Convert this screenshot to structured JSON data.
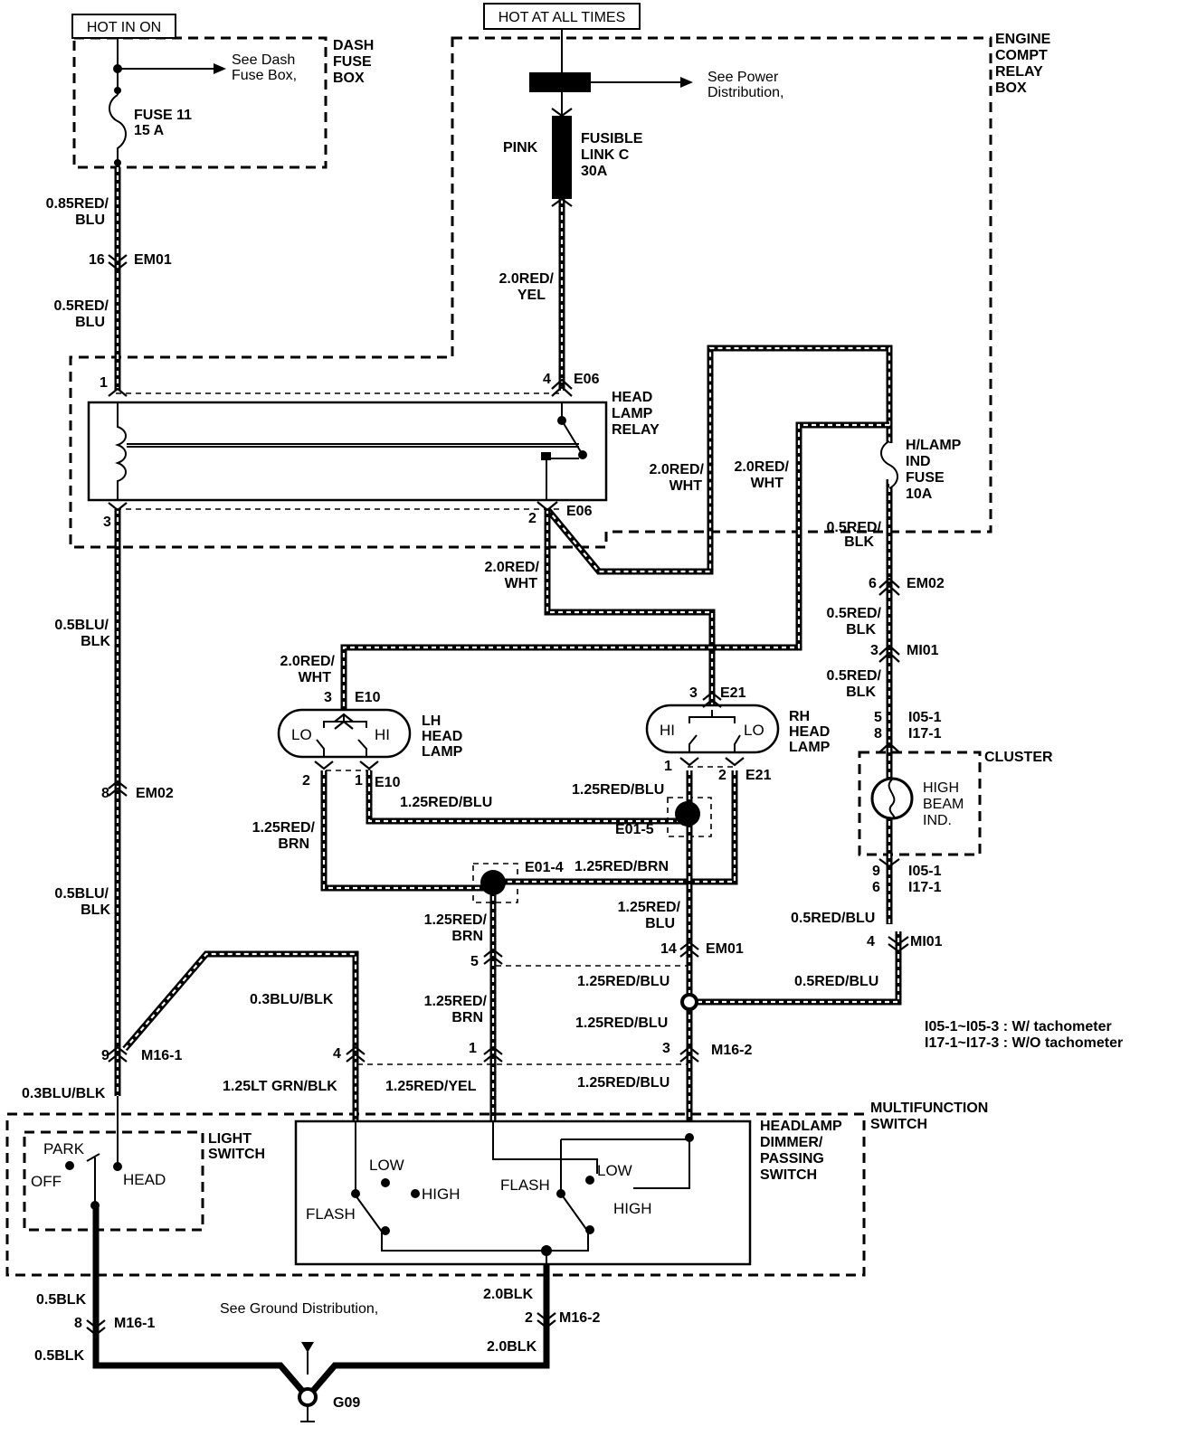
{
  "boxes": {
    "hot_in_on": "HOT IN ON",
    "hot_at_all_times": "HOT AT ALL TIMES"
  },
  "components": {
    "dash_fuse_box": [
      "DASH",
      "FUSE",
      "BOX"
    ],
    "see_dash_fuse_box": [
      "See Dash",
      "Fuse Box,"
    ],
    "fuse_11": [
      "FUSE 11",
      "15 A"
    ],
    "see_power_distribution": [
      "See Power",
      "Distribution,"
    ],
    "engine_compt_relay_box": [
      "ENGINE",
      "COMPT",
      "RELAY",
      "BOX"
    ],
    "pink": "PINK",
    "fusible_link": [
      "FUSIBLE",
      "LINK C",
      "30A"
    ],
    "head_lamp_relay": [
      "HEAD",
      "LAMP",
      "RELAY"
    ],
    "hlamp_ind_fuse": [
      "H/LAMP",
      "IND",
      "FUSE",
      "10A"
    ],
    "lh_head_lamp": [
      "LH",
      "HEAD",
      "LAMP"
    ],
    "rh_head_lamp": [
      "RH",
      "HEAD",
      "LAMP"
    ],
    "cluster": "CLUSTER",
    "high_beam_ind": [
      "HIGH",
      "BEAM",
      "IND."
    ],
    "multifunction_switch": [
      "MULTIFUNCTION",
      "SWITCH"
    ],
    "light_switch": [
      "LIGHT",
      "SWITCH"
    ],
    "headlamp_dimmer": [
      "HEADLAMP",
      "DIMMER/",
      "PASSING",
      "SWITCH"
    ],
    "see_ground_distribution": "See Ground Distribution,",
    "ground": "G09"
  },
  "lamp_labels": {
    "lo": "LO",
    "hi": "HI"
  },
  "switch_labels": {
    "park": "PARK",
    "off": "OFF",
    "head": "HEAD",
    "low": "LOW",
    "high": "HIGH",
    "flash": "FLASH"
  },
  "notes": [
    "I05-1~I05-3 : W/ tachometer",
    "I17-1~I17-3 : W/O tachometer"
  ],
  "wire_labels": {
    "w_085_red_blu": [
      "0.85RED/",
      "BLU"
    ],
    "w_05_red_blu_top": [
      "0.5RED/",
      "BLU"
    ],
    "w_20_red_yel": [
      "2.0RED/",
      "YEL"
    ],
    "w_20_red_wht_a": [
      "2.0RED/",
      "WHT"
    ],
    "w_20_red_wht_b": [
      "2.0RED/",
      "WHT"
    ],
    "w_20_red_wht_c": [
      "2.0RED/",
      "WHT"
    ],
    "w_20_red_wht_d": [
      "2.0RED/",
      "WHT"
    ],
    "w_05_red_blk_a": [
      "0.5RED/",
      "BLK"
    ],
    "w_05_red_blk_b": [
      "0.5RED/",
      "BLK"
    ],
    "w_05_red_blk_c": [
      "0.5RED/",
      "BLK"
    ],
    "w_05_blu_blk_a": [
      "0.5BLU/",
      "BLK"
    ],
    "w_05_blu_blk_b": [
      "0.5BLU/",
      "BLK"
    ],
    "w_125_red_blu_a": "1.25RED/BLU",
    "w_125_red_blu_b": "1.25RED/BLU",
    "w_125_red_brn_a": [
      "1.25RED/",
      "BRN"
    ],
    "w_125_red_brn_b": "1.25RED/BRN",
    "w_125_red_brn_c": [
      "1.25RED/",
      "BRN"
    ],
    "w_125_red_brn_d": [
      "1.25RED/",
      "BRN"
    ],
    "w_125_red_blu_c": [
      "1.25RED/",
      "BLU"
    ],
    "w_125_red_blu_d": "1.25RED/BLU",
    "w_125_red_blu_e": "1.25RED/BLU",
    "w_125_red_blu_f": "1.25RED/BLU",
    "w_05_red_blu_a": "0.5RED/BLU",
    "w_05_red_blu_b": "0.5RED/BLU",
    "w_03_blu_blk_a": "0.3BLU/BLK",
    "w_03_blu_blk_b": "0.3BLU/BLK",
    "w_125_lt_grn_blk": "1.25LT GRN/BLK",
    "w_125_red_yel": "1.25RED/YEL",
    "w_05_blk_a": "0.5BLK",
    "w_05_blk_b": "0.5BLK",
    "w_20_blk_a": "2.0BLK",
    "w_20_blk_b": "2.0BLK"
  },
  "connectors": {
    "c16_em01": [
      "16",
      "EM01"
    ],
    "c1_relay": "1",
    "c3_relay": "3",
    "c4_e06": [
      "4",
      "E06"
    ],
    "c2_e06": [
      "2",
      "E06"
    ],
    "c6_em02": [
      "6",
      "EM02"
    ],
    "c3_mi01": [
      "3",
      "MI01"
    ],
    "c5_8_i05_i17": [
      "5",
      "8",
      "I05-1",
      "I17-1"
    ],
    "c3_e10": [
      "3",
      "E10"
    ],
    "c2_lh": "2",
    "c1_e10": [
      "1",
      "E10"
    ],
    "c3_e21": [
      "3",
      "E21"
    ],
    "c1_rh": "1",
    "c2_e21": [
      "2",
      "E21"
    ],
    "e01_5": "E01-5",
    "e01_4": "E01-4",
    "c8_em02": [
      "8",
      "EM02"
    ],
    "c9_6_i05_i17": [
      "9",
      "6",
      "I05-1",
      "I17-1"
    ],
    "c4_mi01": [
      "4",
      "MI01"
    ],
    "c5_mid": "5",
    "c14_em01": [
      "14",
      "EM01"
    ],
    "c9_m16_1": [
      "9",
      "M16-1"
    ],
    "c4_m16": "4",
    "c1_m16": "1",
    "c3_m16_2": [
      "3",
      "M16-2"
    ],
    "c8_m16_1": [
      "8",
      "M16-1"
    ],
    "c2_m16_2": [
      "2",
      "M16-2"
    ]
  }
}
